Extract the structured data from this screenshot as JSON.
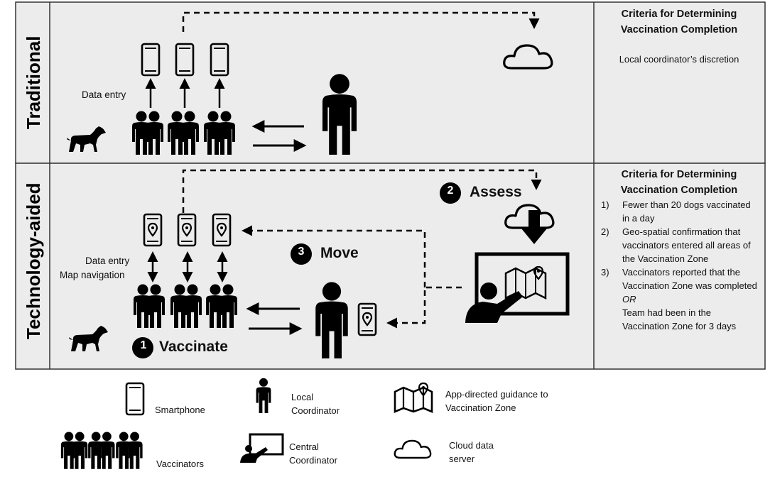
{
  "rows": {
    "traditional": {
      "label": "Traditional"
    },
    "technology": {
      "label": "Technology-aided"
    }
  },
  "criteria_title": "Criteria for Determining Vaccination Completion",
  "traditional_criteria": "Local coordinator’s discretion",
  "tech_criteria": [
    {
      "num": "1)",
      "text": "Fewer than 20 dogs vaccinated in a day"
    },
    {
      "num": "2)",
      "text": "Geo-spatial confirmation that vaccinators entered all areas of the Vaccination Zone"
    },
    {
      "num": "3)",
      "text": "Vaccinators reported that the Vaccination Zone was completed"
    }
  ],
  "or_text": "OR",
  "or_followup": "Team had been in the Vaccination Zone for 3 days",
  "labels": {
    "data_entry": "Data entry",
    "map_navigation": "Map navigation"
  },
  "steps": [
    {
      "num": "1",
      "label": "Vaccinate"
    },
    {
      "num": "2",
      "label": "Assess"
    },
    {
      "num": "3",
      "label": "Move"
    }
  ],
  "legend": {
    "smartphone": "Smartphone",
    "local_coordinator": "Local Coordinator",
    "app_guidance": "App-directed guidance to Vaccination Zone",
    "vaccinators": "Vaccinators",
    "central_coordinator": "Central Coordinator",
    "cloud": "Cloud data server"
  },
  "colors": {
    "panel": "#ececec",
    "ink": "#000000",
    "border": "#333333"
  }
}
